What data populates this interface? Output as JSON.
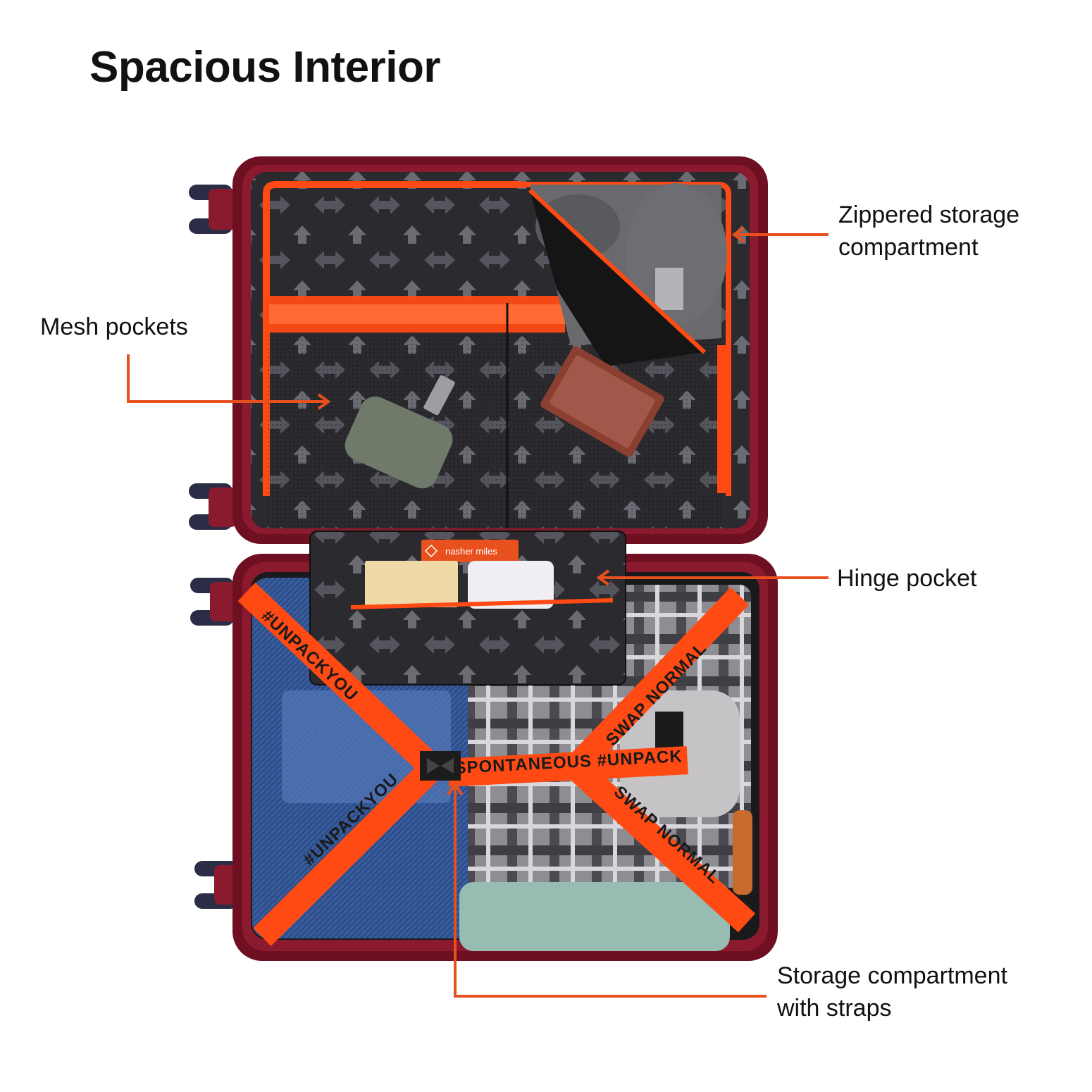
{
  "title": "Spacious Interior",
  "callouts": {
    "zippered": {
      "line1": "Zippered storage",
      "line2": "compartment"
    },
    "mesh": {
      "line1": "Mesh pockets"
    },
    "hinge": {
      "line1": "Hinge pocket"
    },
    "straps": {
      "line1": "Storage compartment",
      "line2": "with straps"
    }
  },
  "brand_tag": "nasher miles",
  "strap_texts": {
    "horizontal": "SPONTANEOUS #UNPACK",
    "diag_left_top": "#UNPACKYOU",
    "diag_right_top": "SWAP NORMAL",
    "diag_left_bottom": "#UNPACKYOU",
    "diag_right_bottom": "SWAP NORMAL"
  },
  "colors": {
    "accent": "#e8501e",
    "shell": "#7a1024",
    "lining": "#2b2b30",
    "pattern": "#5a5a62",
    "zipper": "#ff4a14"
  }
}
